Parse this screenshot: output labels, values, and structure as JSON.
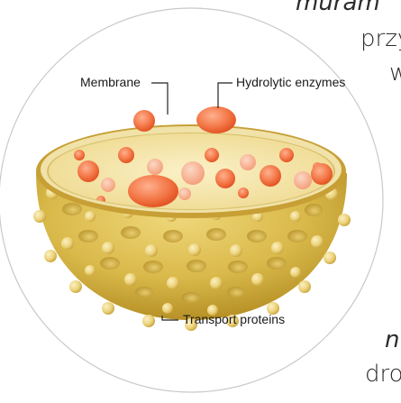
{
  "labels": {
    "membrane": "Membrane",
    "hydrolytic_enzymes": "Hydrolytic enzymes",
    "transport_proteins": "Transport proteins"
  },
  "background_text": {
    "line1": "muram",
    "line2": "przy",
    "line3": "w",
    "line4": "n",
    "line5": "dro"
  },
  "colors": {
    "circle_border": "#c9c9c9",
    "cup_outer": "#d9b94a",
    "cup_shadow": "#b8922a",
    "bump": "#f1dd8b",
    "rim": "#efe0a2",
    "liquid": "#f6e7b0",
    "enzyme": "#ef6a3a",
    "enzyme_light": "#f6a383"
  }
}
